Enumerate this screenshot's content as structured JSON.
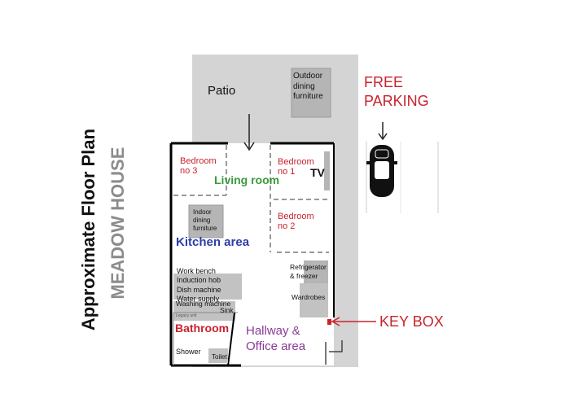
{
  "title": "Approximate Floor Plan",
  "subtitle": "MEADOW HOUSE",
  "patio": "Patio",
  "outdoor_furniture": [
    "Outdoor",
    "dining",
    "furniture"
  ],
  "parking": [
    "FREE",
    "PARKING"
  ],
  "key_box": "KEY BOX",
  "rooms": {
    "bedroom3": [
      "Bedroom",
      "no 3"
    ],
    "bedroom1": [
      "Bedroom",
      "no 1"
    ],
    "bedroom2": [
      "Bedroom",
      "no 2"
    ],
    "tv": "TV",
    "living": "Living room",
    "indoor_furniture": [
      "Indoor",
      "dining",
      "furniture"
    ],
    "kitchen": "Kitchen area",
    "work_bench": "Work bench",
    "induction_hob": "Induction hob",
    "dish_machine": "Dish machine",
    "water_supply": "Water supply",
    "washing_machine": "Washing machine",
    "sink": "Sink",
    "legacy": "Legacy unit",
    "bathroom": "Bathroom",
    "shower": "Shower",
    "toilet": "Toilet",
    "refrigerator": [
      "Refrigerator",
      "& freezer"
    ],
    "wardrobes": "Wardrobes",
    "hallway": [
      "Hallway &",
      "Office area"
    ]
  },
  "colors": {
    "bedroom_text": "#c8232c",
    "living_text": "#3a9a3a",
    "kitchen_text": "#2b3ea8",
    "hallway_text": "#8a3a96",
    "title_text": "#111111",
    "subtitle_text": "#8c8c8c",
    "background_gray": "#d4d4d4",
    "furniture_gray": "#b5b5b5"
  }
}
